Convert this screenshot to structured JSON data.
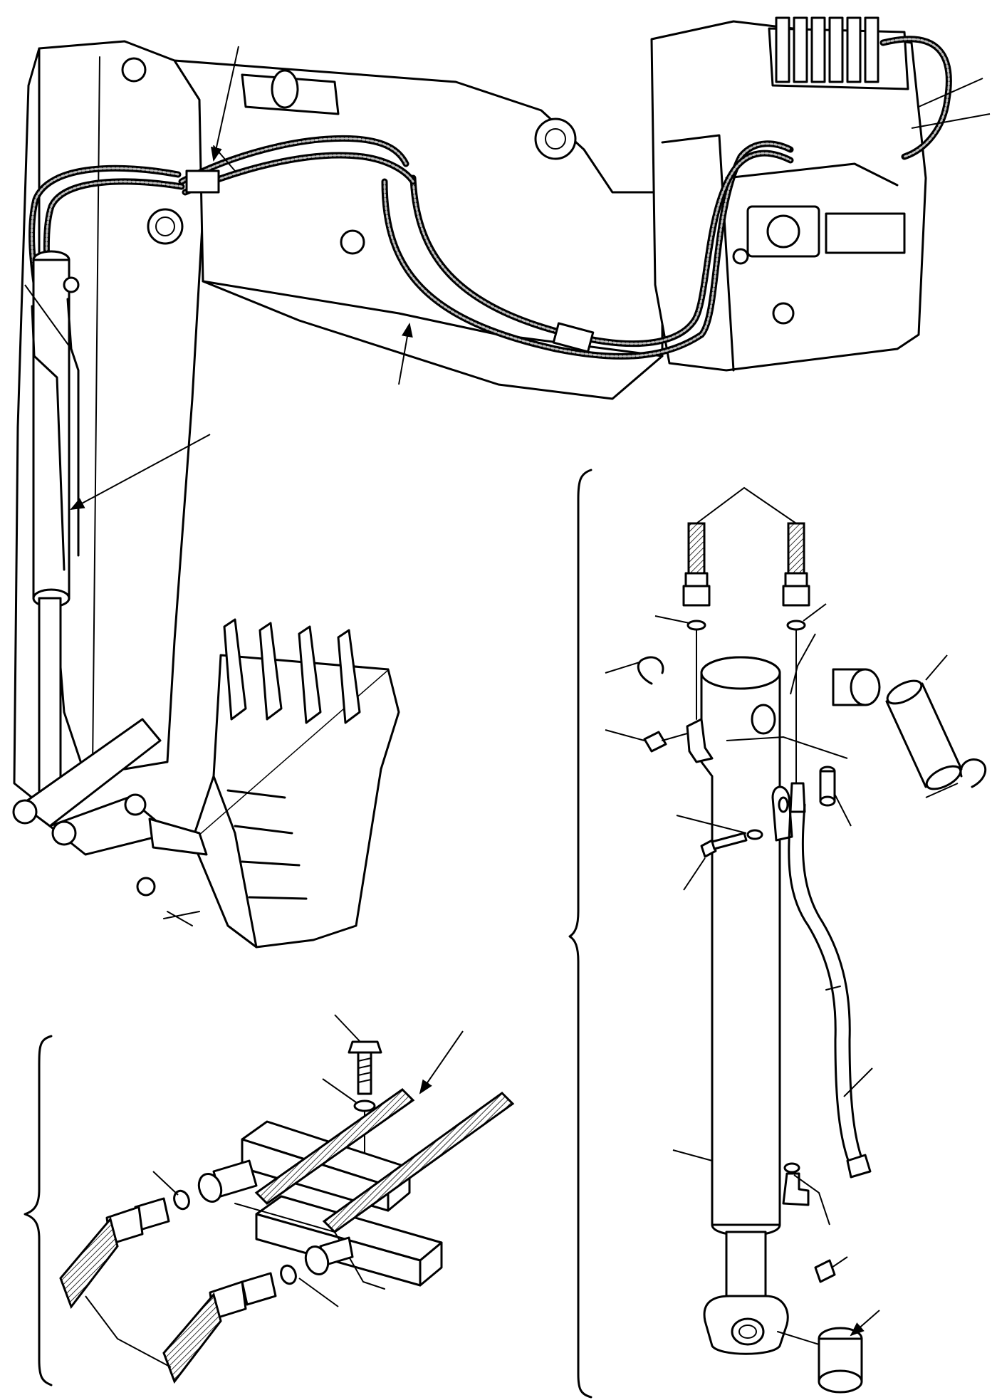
{
  "figure": {
    "title": "",
    "labels": []
  },
  "colors": {
    "ink": "#000000",
    "paper": "#ffffff",
    "hose_fill": "#bdbdbd"
  },
  "panels": [
    {
      "name": "boom-assembly-view"
    },
    {
      "name": "hose-clamp-detail"
    },
    {
      "name": "cylinder-exploded-view"
    }
  ]
}
